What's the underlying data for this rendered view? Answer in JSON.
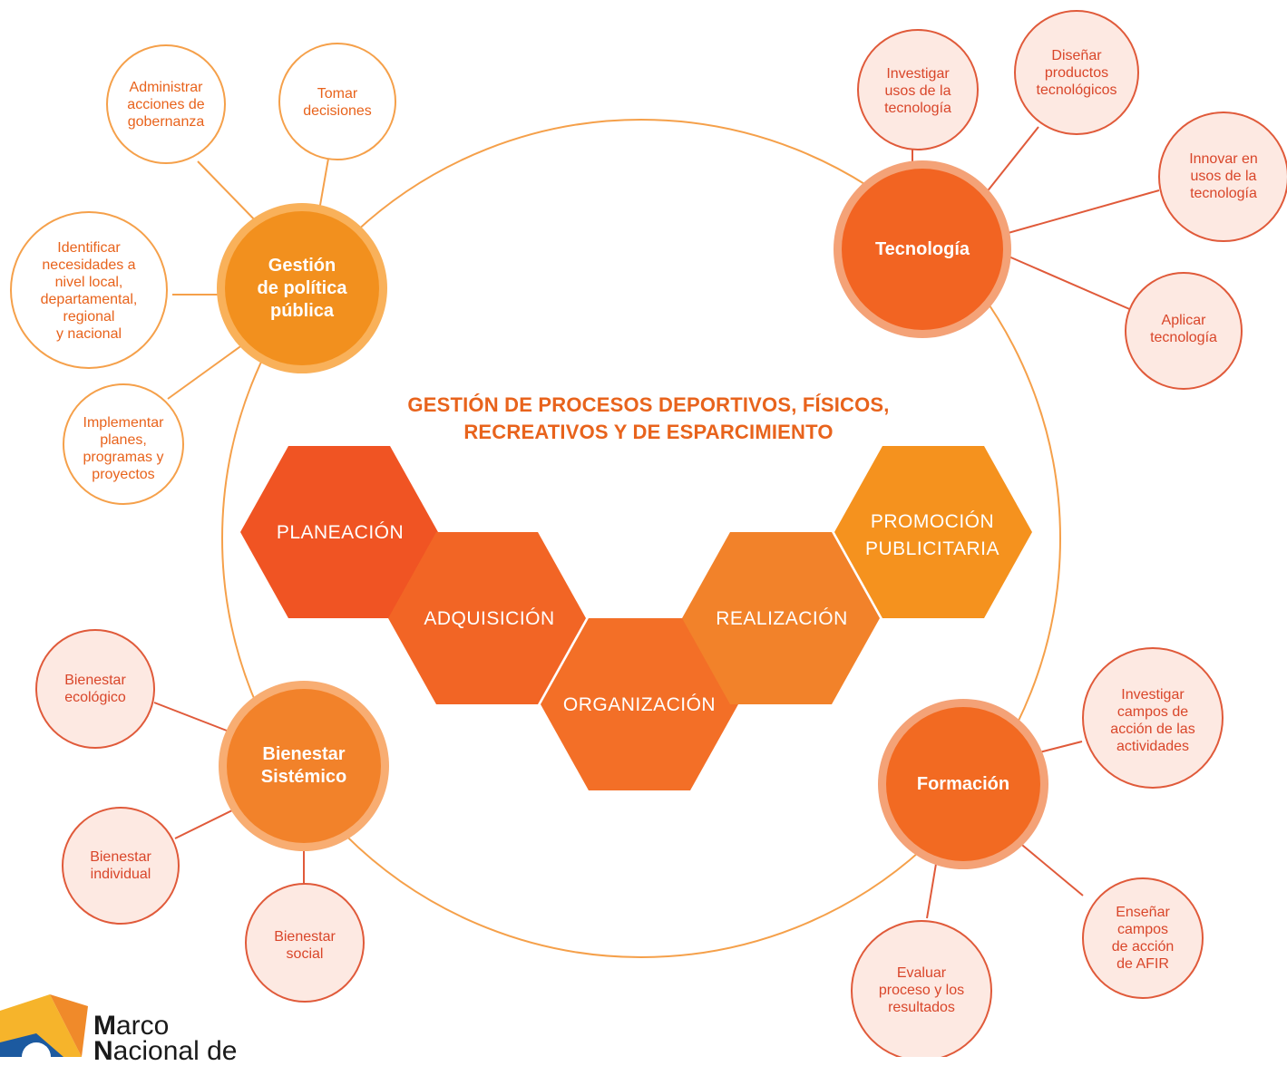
{
  "title": {
    "line1": "GESTIÓN DE PROCESOS DEPORTIVOS, FÍSICOS,",
    "line2": "RECREATIVOS Y DE ESPARCIMIENTO"
  },
  "hubs": {
    "gestion": "Gestión\nde política\npública",
    "tecnologia": "Tecnología",
    "bienestar": "Bienestar\nSistémico",
    "formacion": "Formación"
  },
  "leaves": {
    "administrar": "Administrar\nacciones de\ngobernanza",
    "tomar": "Tomar\ndecisiones",
    "identificar": "Identificar\nnecesidades a\nnivel local,\ndepartamental,\nregional\ny nacional",
    "implementar": "Implementar\nplanes,\nprogramas y\nproyectos",
    "investigar_usos": "Investigar\nusos de la\ntecnología",
    "disenar": "Diseñar\nproductos\ntecnológicos",
    "innovar": "Innovar en\nusos de la\ntecnología",
    "aplicar": "Aplicar\ntecnología",
    "bienestar_ecologico": "Bienestar\necológico",
    "bienestar_individual": "Bienestar\nindividual",
    "bienestar_social": "Bienestar\nsocial",
    "investigar_campos": "Investigar\ncampos de\nacción de las\nactividades",
    "ensenar": "Enseñar\ncampos\nde acción\nde AFIR",
    "evaluar": "Evaluar\nproceso y los\nresultados"
  },
  "hexagons": {
    "planeacion": "PLANEACIÓN",
    "adquisicion": "ADQUISICIÓN",
    "organizacion": "ORGANIZACIÓN",
    "realizacion": "REALIZACIÓN",
    "promocion": "PROMOCIÓN\nPUBLICITARIA"
  },
  "logo": {
    "line1_initial": "M",
    "line1_rest": "arco",
    "line2_initial": "N",
    "line2_rest": "acional de"
  },
  "colors": {
    "orange": "#f08a2a",
    "orange_dark": "#f26522",
    "red_orange": "#f05423",
    "leaf_fill": "#fde9e2",
    "ring": "#f5a04a"
  }
}
